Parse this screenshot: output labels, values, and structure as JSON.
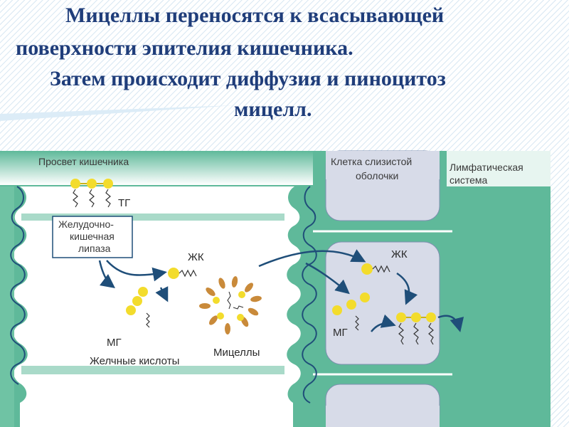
{
  "title": {
    "line1": "Мицеллы переносятся к всасывающей",
    "line2": "поверхности эпителия кишечника.",
    "line3": "Затем происходит диффузия и пиноцитоз",
    "line4": "мицелл."
  },
  "diagram": {
    "lumen_label": "Просвет кишечника",
    "cell_label_line1": "Клетка слизистой",
    "cell_label_line2": "оболочки",
    "lymph_label_line1": "Лимфатическая",
    "lymph_label_line2": "система",
    "tg_label": "ТГ",
    "lipase_line1": "Желудочно-",
    "lipase_line2": "кишечная",
    "lipase_line3": "липаза",
    "fa_label_lumen": "ЖК",
    "mg_label_lumen": "МГ",
    "bile_acids_label": "Желчные кислоты",
    "micelles_label": "Мицеллы",
    "fa_label_cell": "ЖК",
    "mg_label_cell": "МГ"
  },
  "colors": {
    "heading": "#1f3d7a",
    "tissue_green": "#5fb99a",
    "cell_interior": "#d7dbe8",
    "lipid_yellow": "#f3dc2c",
    "bile_brown": "#c98a3a",
    "arrow_blue": "#1f4e79"
  }
}
